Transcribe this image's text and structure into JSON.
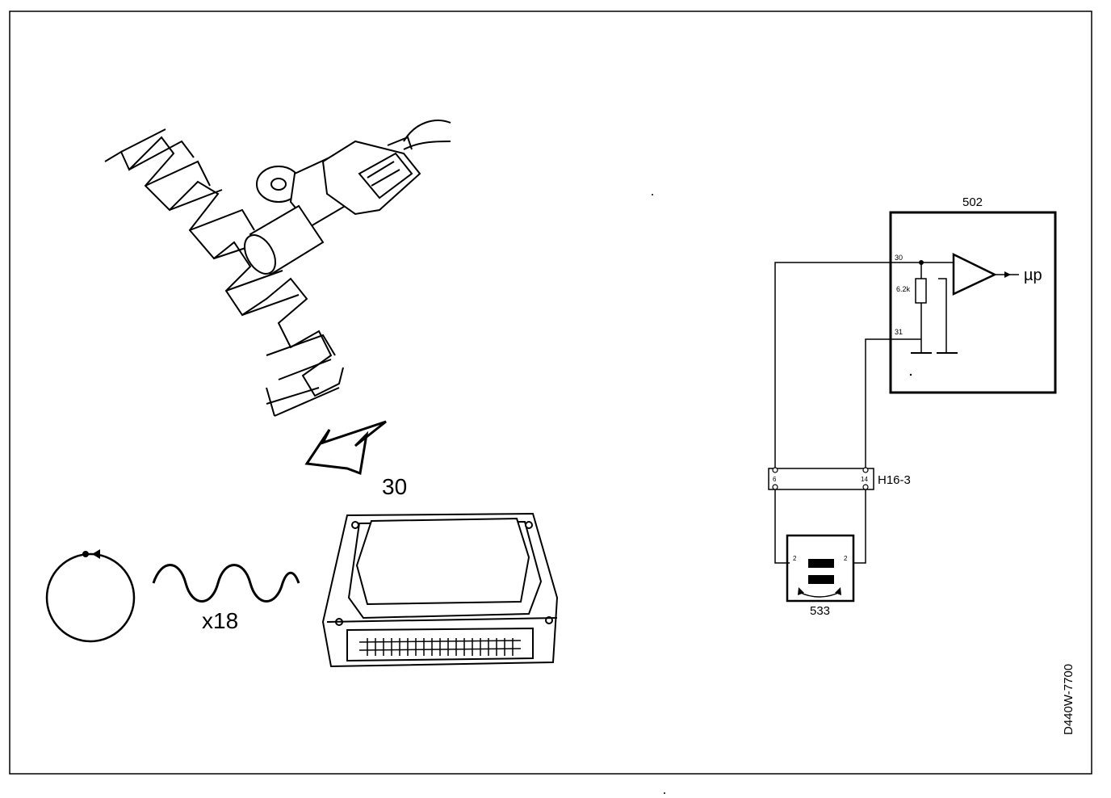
{
  "drawing": {
    "ecu_label": "30",
    "pulse_multiplier": "x18",
    "doc_id": "D440W-7700"
  },
  "circuit": {
    "control_unit_label": "502",
    "pin_30": "30",
    "pin_31": "31",
    "resistor_value": "6.2k",
    "output_label": "µp",
    "connector_label": "H16-3",
    "connector_pin_left": "6",
    "connector_pin_right": "14",
    "sensor_label": "533",
    "sensor_pin_left": "2",
    "sensor_pin_right": "2"
  },
  "icons": {
    "crank_sensor": "crankshaft-sensor-illustration",
    "arrow": "hollow-arrow-icon",
    "rotation": "rotation-circle-icon",
    "wave": "sine-wave-icon",
    "ecu": "control-module-illustration",
    "amplifier": "amplifier-triangle-icon"
  }
}
